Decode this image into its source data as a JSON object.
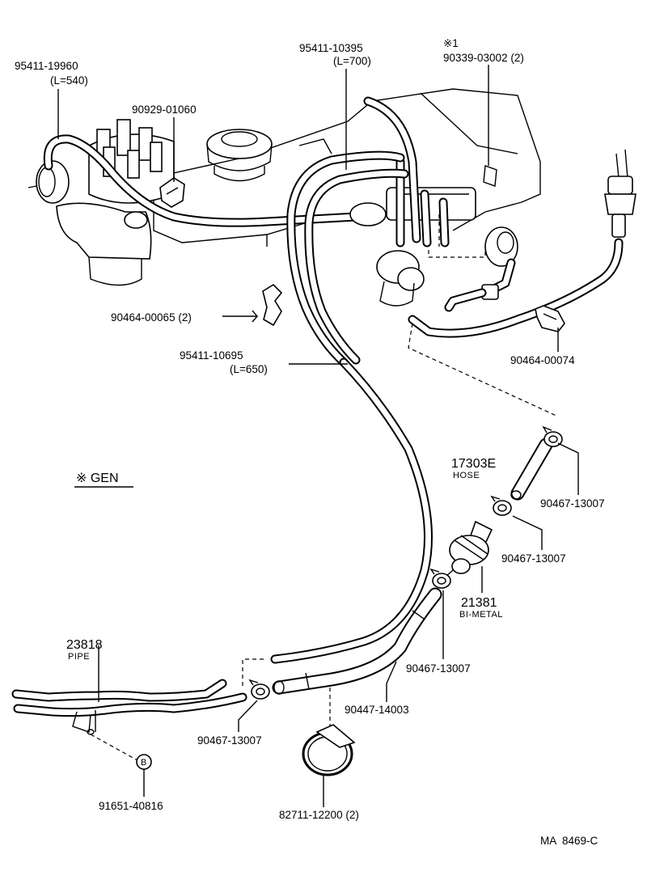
{
  "labels": {
    "hose_95411_19960": "95411-19960",
    "hose_95411_19960_len": "(L=540)",
    "clamp_90929_01060": "90929-01060",
    "hose_95411_10395": "95411-10395",
    "hose_95411_10395_len": "(L=700)",
    "note_mark": "※1",
    "plug_90339_03002": "90339-03002 (2)",
    "clamp_90464_00065": "90464-00065 (2)",
    "clamp_90464_00074": "90464-00074",
    "hose_95411_10695": "95411-10695",
    "hose_95411_10695_len": "(L=650)",
    "hose_17303e": "17303E",
    "hose_17303e_name": "HOSE",
    "clip_90467_13007_a": "90467-13007",
    "clip_90467_13007_b": "90467-13007",
    "gen_note": "※ GEN",
    "bimetal_21381": "21381",
    "bimetal_21381_name": "BI-METAL",
    "clip_90467_13007_c": "90467-13007",
    "pipe_23818": "23818",
    "pipe_23818_name": "PIPE",
    "hose_90447_14003": "90447-14003",
    "clip_90467_13007_d": "90467-13007",
    "circle_b": "B",
    "bolt_91651_40816": "91651-40816",
    "band_82711_12200": "82711-12200 (2)",
    "doc_code": "MA  8469-C"
  }
}
